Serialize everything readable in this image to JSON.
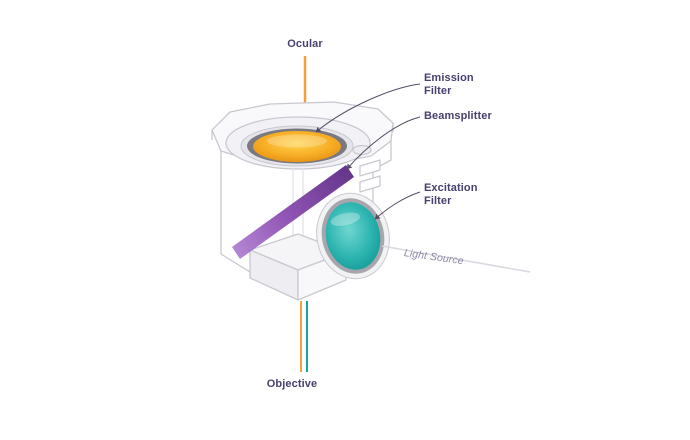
{
  "labels": {
    "ocular": "Ocular",
    "emission_filter": "Emission\nFilter",
    "beamsplitter": "Beamsplitter",
    "excitation_filter": "Excitation\nFilter",
    "light_source": "Light Source",
    "objective": "Objective"
  },
  "colors": {
    "label_text": "#46416f",
    "muted_text": "#8e88a9",
    "emission_beam": "#f0a13c",
    "excitation_beam": "#14a8a5",
    "beamsplitter_dark": "#5c2b85",
    "beamsplitter_light": "#b07fd0",
    "lens_orange_center": "#ffd34e",
    "lens_orange_edge": "#e08a0e",
    "filter_teal_center": "#6fd6d0",
    "filter_teal_edge": "#0c918f",
    "housing_line": "#c9c8d0",
    "leader_line": "#534e63",
    "light_source_line": "#d9d7e0"
  }
}
